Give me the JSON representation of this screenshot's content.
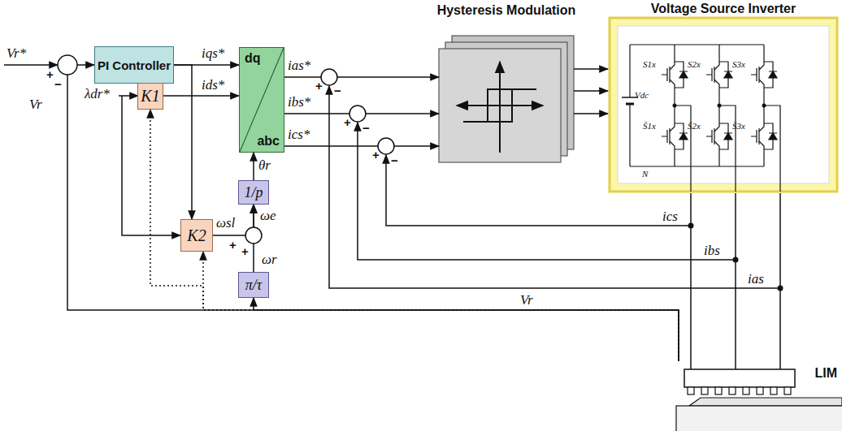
{
  "diagram": {
    "nodes": [
      {
        "text": [
          "PI Controller"
        ]
      },
      {
        "text": [
          "K1"
        ]
      },
      {
        "text": [
          "dq",
          "abc"
        ]
      },
      {
        "text": [
          "1/p"
        ]
      },
      {
        "text": [
          "K2"
        ]
      },
      {
        "text": [
          "π/τ"
        ]
      },
      {
        "text": [
          "Hysteresis Modulation"
        ]
      },
      {
        "text": [
          "Voltage Source Inverter"
        ]
      },
      {
        "text": [
          "LIM"
        ]
      }
    ],
    "edges": [
      {
        "from": 0,
        "to": 2,
        "arrow": "to"
      },
      {
        "from": 1,
        "to": 2,
        "arrow": "to"
      },
      {
        "from": 0,
        "to": 4,
        "arrow": "to"
      },
      {
        "from": 3,
        "to": 2,
        "arrow": "to"
      },
      {
        "from": 4,
        "to": 3,
        "arrow": "to"
      },
      {
        "from": 5,
        "to": 3,
        "arrow": "to"
      },
      {
        "from": 2,
        "to": 6,
        "arrow": "to"
      },
      {
        "from": 2,
        "to": 6,
        "arrow": "to"
      },
      {
        "from": 2,
        "to": 6,
        "arrow": "to"
      },
      {
        "from": 6,
        "to": 7,
        "arrow": "to"
      },
      {
        "from": 6,
        "to": 7,
        "arrow": "to"
      },
      {
        "from": 6,
        "to": 7,
        "arrow": "to"
      },
      {
        "from": 7,
        "to": 8,
        "arrow": "none"
      },
      {
        "from": 7,
        "to": 8,
        "arrow": "none"
      },
      {
        "from": 7,
        "to": 8,
        "arrow": "none"
      },
      {
        "from": 8,
        "to": 5,
        "arrow": "to"
      },
      {
        "from": 8,
        "to": 0,
        "arrow": "to"
      },
      {
        "from": 8,
        "to": 1,
        "arrow": "to"
      },
      {
        "from": 8,
        "to": 4,
        "arrow": "to"
      }
    ],
    "labels": [
      "Vr*",
      "+",
      "−",
      "Vr",
      "iqs*",
      "ids*",
      "λdr*",
      "ias*",
      "ibs*",
      "ics*",
      "+",
      "−",
      "+",
      "−",
      "+",
      "−",
      "θr",
      "ωsl",
      "ωe",
      "+",
      "+",
      "ωr",
      "ics",
      "ibs",
      "ias",
      "Vr",
      "S1x",
      "S2x",
      "S3x",
      "S̄1x",
      "S̄2x",
      "S̄3x",
      "Vdc",
      "N"
    ]
  }
}
